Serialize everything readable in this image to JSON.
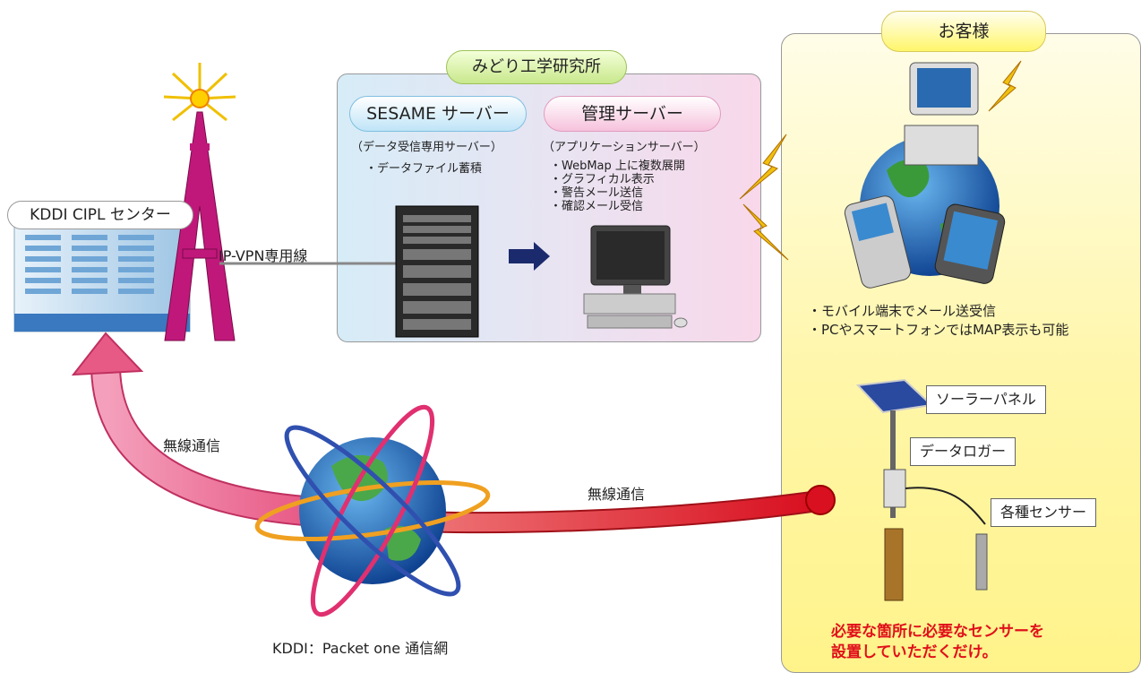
{
  "customer": {
    "title": "お客様",
    "notes": [
      "・モバイル端末でメール送受信",
      "・PCやスマートフォンではMAP表示も可能"
    ],
    "solar_panel": "ソーラーパネル",
    "data_logger": "データロガー",
    "sensors": "各種センサー",
    "closing_line1": "必要な箇所に必要なセンサーを",
    "closing_line2": "設置していただくだけ。"
  },
  "lab": {
    "title": "みどり工学研究所",
    "sesame": {
      "title": "SESAME サーバー",
      "subtitle": "（データ受信専用サーバー）",
      "items": [
        "・データファイル蓄積"
      ]
    },
    "management": {
      "title": "管理サーバー",
      "subtitle": "（アプリケーションサーバー）",
      "items": [
        "・WebMap 上に複数展開",
        "・グラフィカル表示",
        "・警告メール送信",
        "・確認メール受信"
      ]
    }
  },
  "kddi_center": "KDDI CIPL センター",
  "ipvpn_label": "IP-VPN専用線",
  "wireless_left": "無線通信",
  "wireless_right": "無線通信",
  "network_label": "KDDI：Packet one 通信網",
  "colors": {
    "customer_bg": "#fff38a",
    "lab_left": "#d6ecf7",
    "lab_right": "#f8d8ea",
    "tower": "#c0187a",
    "arrow_pink": "#f07aa0",
    "arrow_red": "#e02030",
    "note_red": "#e0101a",
    "lightning": "#f0c010"
  },
  "icons": [
    "tower-icon",
    "building-icon",
    "server-rack-icon",
    "desktop-pc-icon",
    "globe-icon",
    "mobile-phone-icon",
    "solar-panel-icon",
    "data-logger-icon",
    "sensor-icon",
    "lightning-icon",
    "arrow-icon"
  ]
}
